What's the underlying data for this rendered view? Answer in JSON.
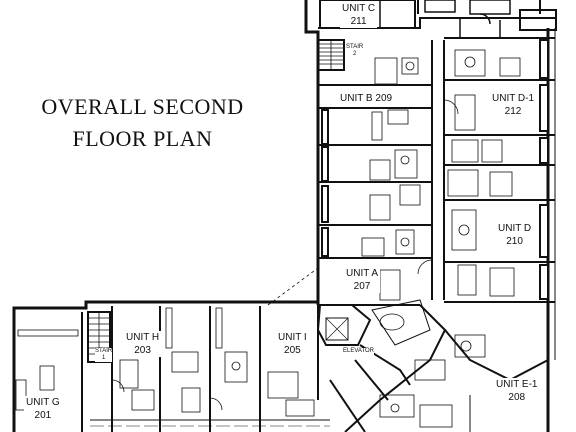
{
  "title": {
    "line1": "OVERALL SECOND",
    "line2": "FLOOR PLAN"
  },
  "units": [
    {
      "id": "c",
      "name": "UNIT C",
      "number": "211"
    },
    {
      "id": "b",
      "name": "UNIT B",
      "number": "209"
    },
    {
      "id": "d1",
      "name": "UNIT D-1",
      "number": "212"
    },
    {
      "id": "d",
      "name": "UNIT D",
      "number": "210"
    },
    {
      "id": "a",
      "name": "UNIT A",
      "number": "207"
    },
    {
      "id": "h",
      "name": "UNIT H",
      "number": "203"
    },
    {
      "id": "i",
      "name": "UNIT I",
      "number": "205"
    },
    {
      "id": "g",
      "name": "UNIT G",
      "number": "201"
    },
    {
      "id": "e1",
      "name": "UNIT E-1",
      "number": "208"
    }
  ],
  "stairs": [
    {
      "id": "stair2",
      "label": "STAIR",
      "number": "2"
    },
    {
      "id": "stair1",
      "label": "STAIR",
      "number": "1"
    }
  ],
  "elevator": {
    "label": "ELEVATOR"
  }
}
